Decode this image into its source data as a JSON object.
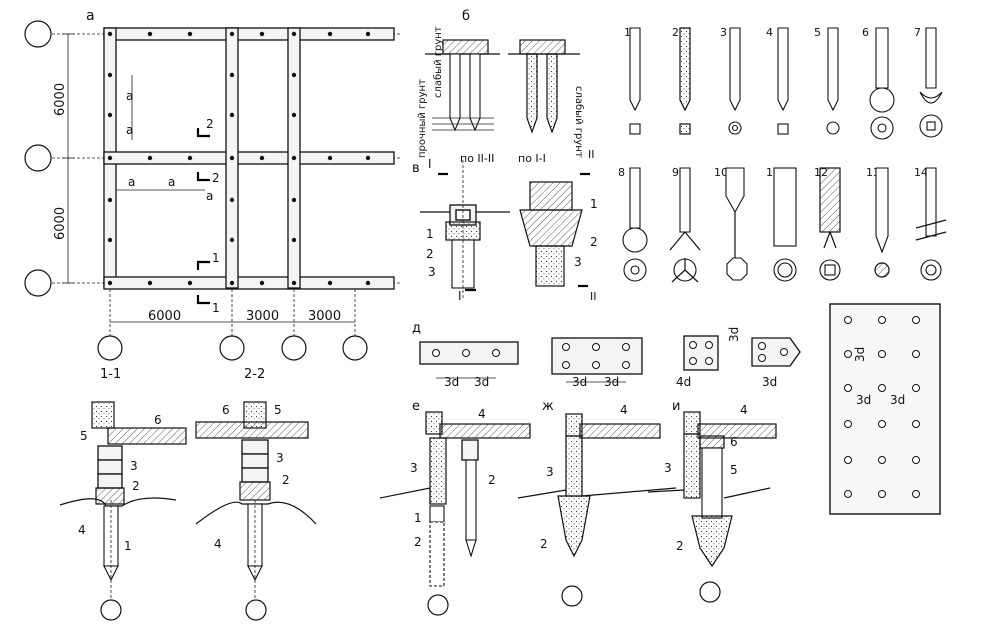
{
  "sections": {
    "a": "а",
    "b": "б",
    "v": "в",
    "d": "д",
    "e": "е",
    "zh": "ж",
    "i": "и"
  },
  "plan": {
    "dim_left_top": "6000",
    "dim_left_bottom": "6000",
    "dim_bottom_1": "6000",
    "dim_bottom_2": "3000",
    "dim_bottom_3": "3000",
    "spacing_a": "а",
    "cut_1": "1",
    "cut_2": "2"
  },
  "soil": {
    "strong": "прочный грунт",
    "weak": "слабый грунт",
    "weak_right": "слабый грунт"
  },
  "detail_v": {
    "cut_I": "I",
    "cut_II": "II",
    "label_by_II": "по II-II",
    "label_by_I": "по I-I",
    "n1": "1",
    "n2": "2",
    "n3": "3"
  },
  "pile_types": [
    "1",
    "2",
    "3",
    "4",
    "5",
    "6",
    "7",
    "8",
    "9",
    "10",
    "11",
    "12",
    "13",
    "14"
  ],
  "spacing": {
    "d3": "3d",
    "d4": "4d"
  },
  "sections_titles": {
    "s11": "1-1",
    "s22": "2-2"
  },
  "numbers": {
    "n1": "1",
    "n2": "2",
    "n3": "3",
    "n4": "4",
    "n5": "5",
    "n6": "6"
  }
}
